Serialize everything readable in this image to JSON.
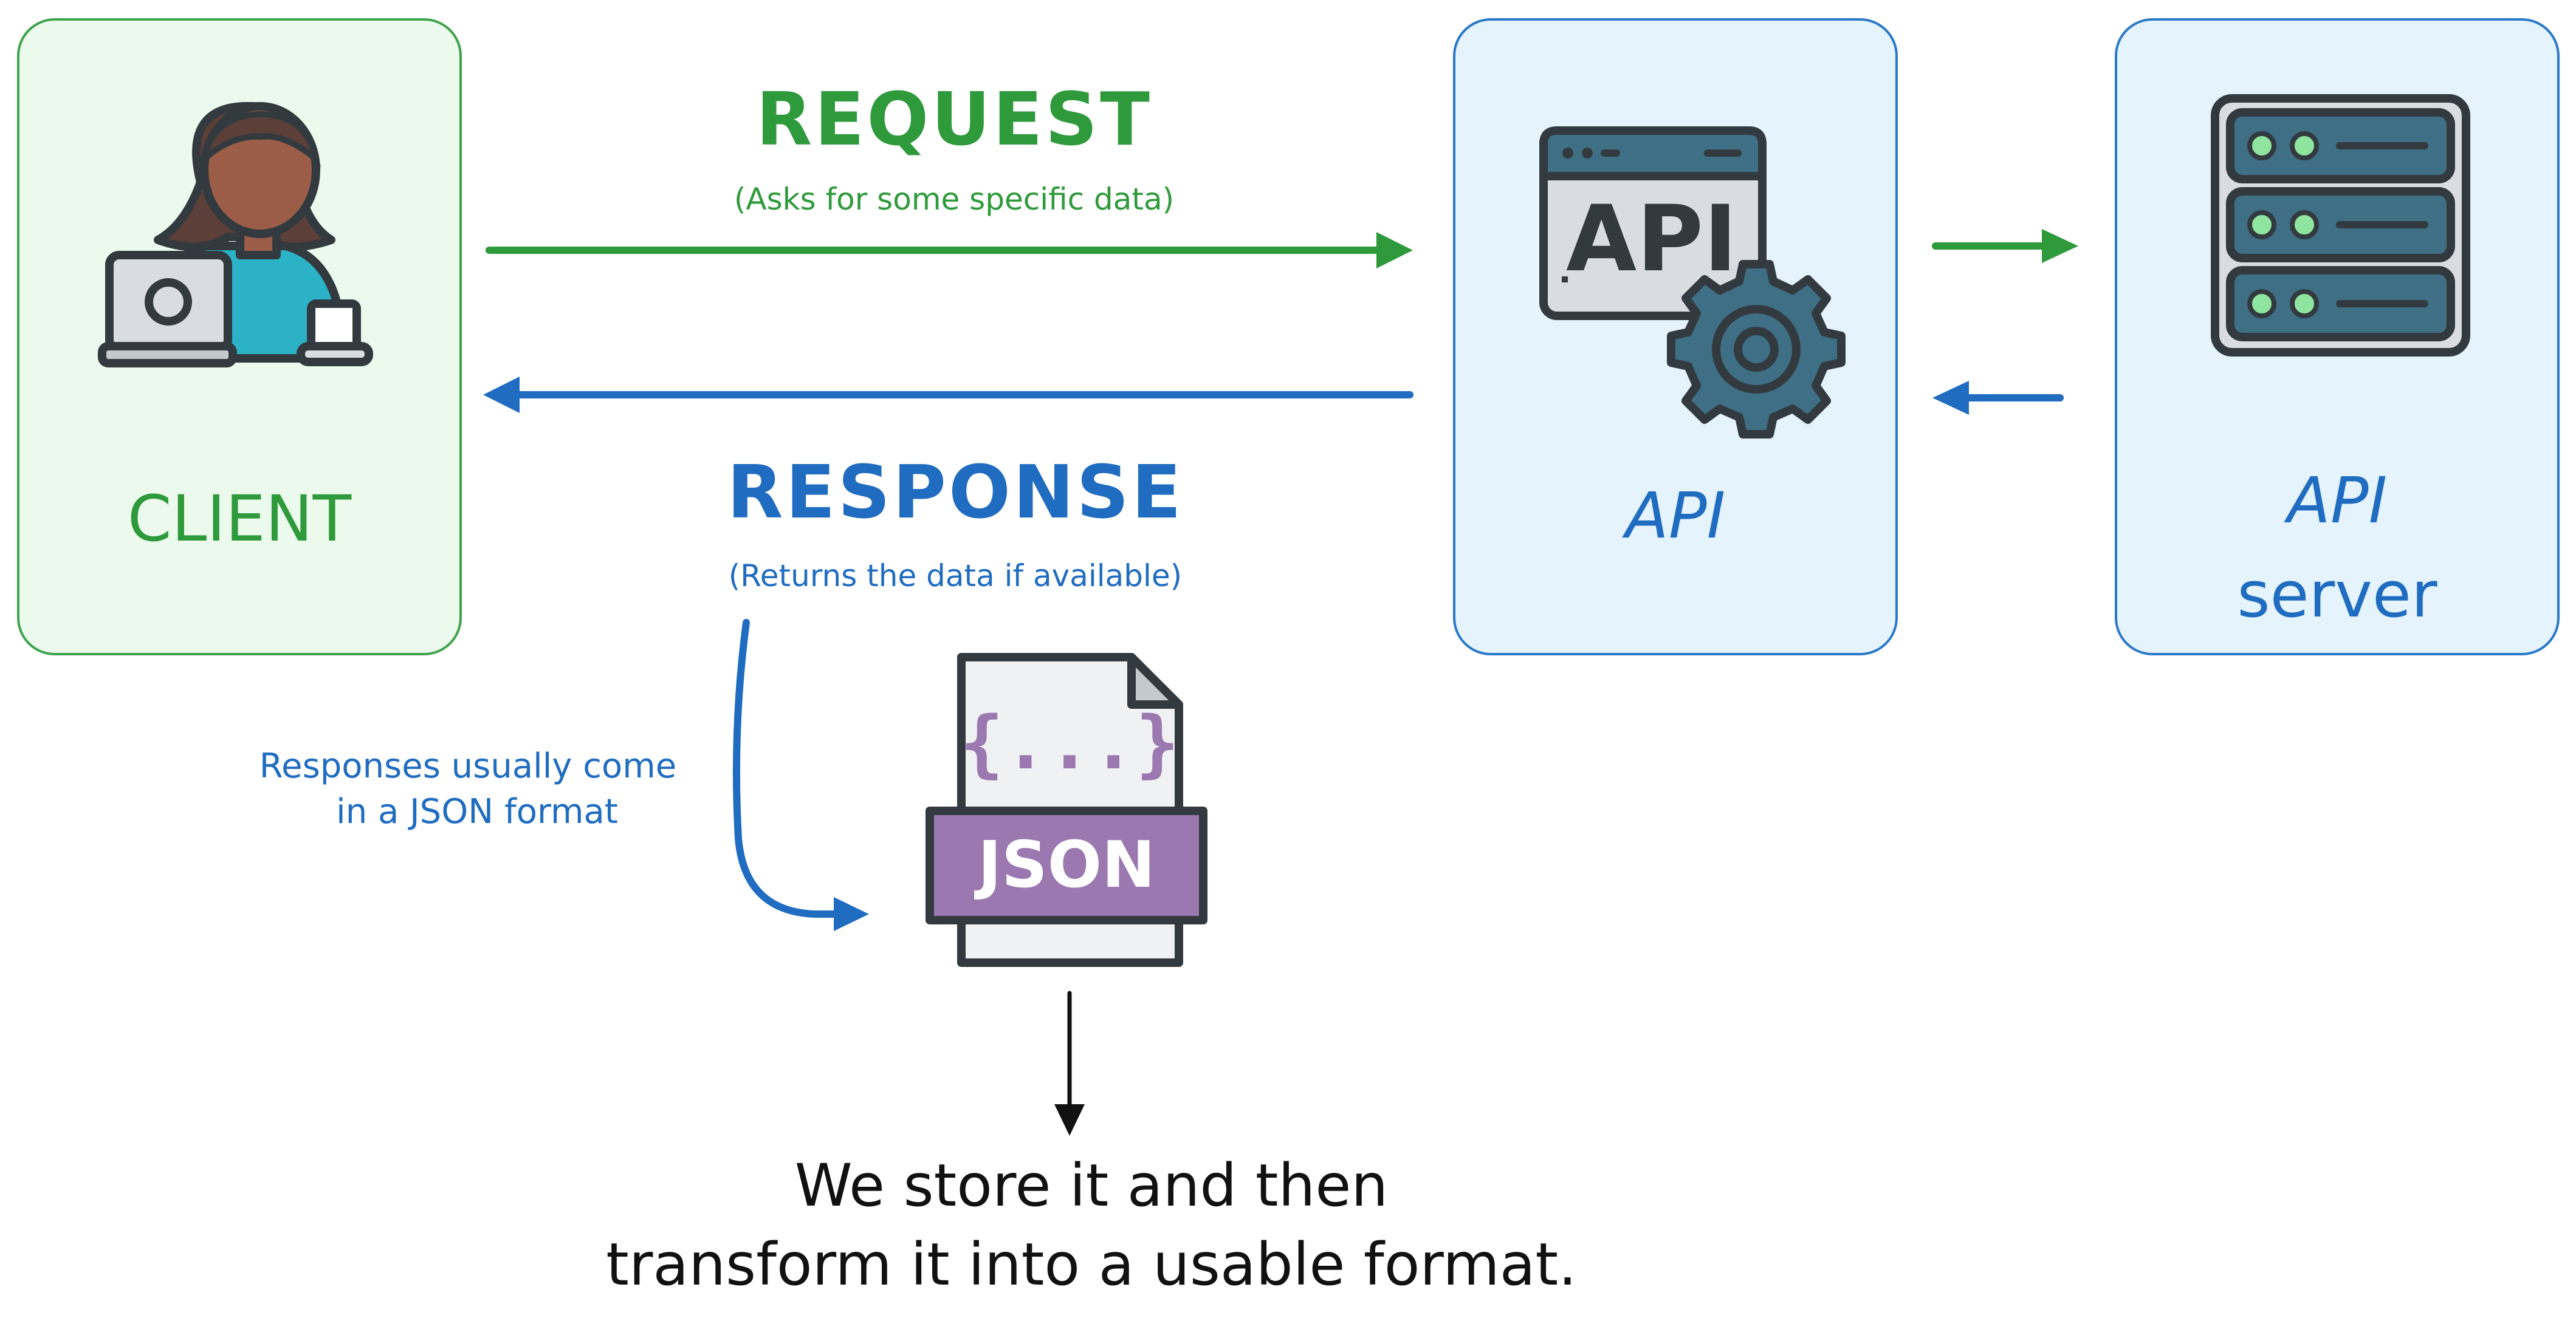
{
  "client": {
    "label": "CLIENT"
  },
  "request": {
    "title": "REQUEST",
    "subtitle": "(Asks for some specific data)"
  },
  "response": {
    "title": "RESPONSE",
    "subtitle": "(Returns the data if available)"
  },
  "api": {
    "label": "API",
    "icon_text": "API"
  },
  "api_server": {
    "label_line1": "API",
    "label_line2": "server"
  },
  "json_note": {
    "line1": "Responses usually come",
    "line2": "in a JSON format"
  },
  "json_file": {
    "tag": "JSON",
    "braces": "{...}"
  },
  "bottom_note": {
    "line1": "We store it and then",
    "line2": "transform it into a usable format."
  },
  "colors": {
    "green": "#2f9a3b",
    "blue": "#1f6cc0",
    "client_fill": "#ebfaec",
    "api_fill": "#e5f3fd",
    "json_purple": "#9b79b0"
  },
  "icons": [
    "client-person-laptop-icon",
    "api-window-gear-icon",
    "server-rack-icon",
    "json-file-icon"
  ]
}
